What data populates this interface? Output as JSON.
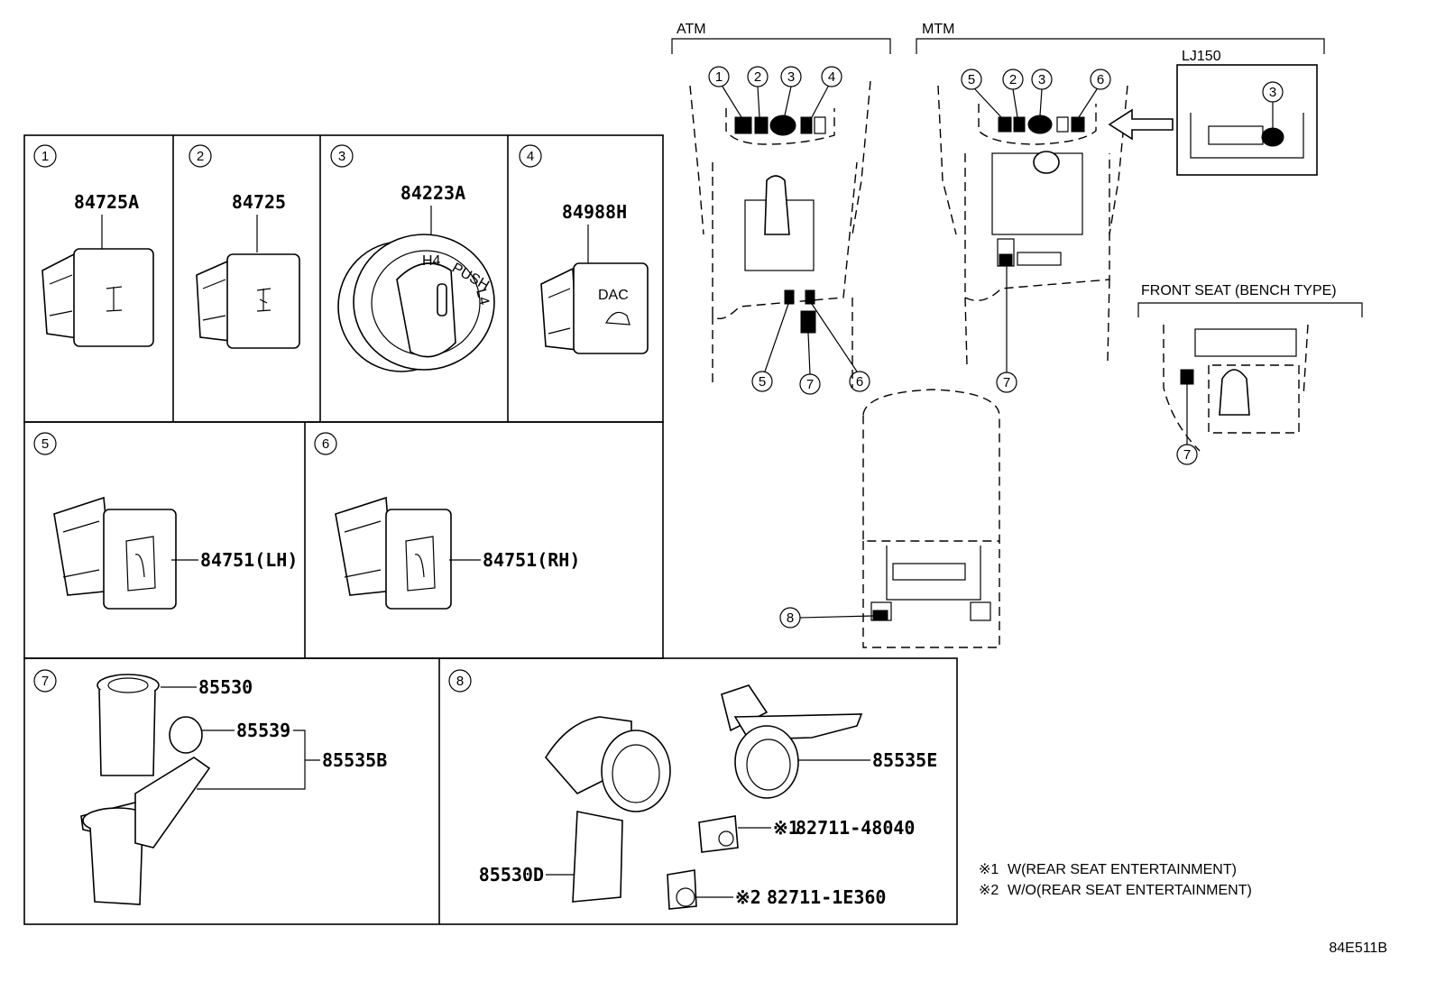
{
  "diagram_code": "84E511B",
  "views": {
    "atm": {
      "title": "ATM",
      "callouts": [
        "1",
        "2",
        "3",
        "4",
        "5",
        "7",
        "6"
      ]
    },
    "mtm": {
      "title": "MTM",
      "callouts": [
        "5",
        "2",
        "3",
        "6",
        "7"
      ]
    },
    "lj150": {
      "title": "LJ150",
      "callouts": [
        "3"
      ]
    },
    "front_seat": {
      "title": "FRONT SEAT (BENCH TYPE)",
      "callouts": [
        "7"
      ]
    },
    "console": {
      "callouts": [
        "8"
      ]
    }
  },
  "panels": [
    {
      "num": "1",
      "parts": [
        "84725A"
      ]
    },
    {
      "num": "2",
      "parts": [
        "84725"
      ]
    },
    {
      "num": "3",
      "parts": [
        "84223A"
      ],
      "knob_marks": [
        "H4",
        "PUSH",
        "L4"
      ]
    },
    {
      "num": "4",
      "parts": [
        "84988H"
      ],
      "button_text": "DAC"
    },
    {
      "num": "5",
      "parts": [
        "84751(LH)"
      ]
    },
    {
      "num": "6",
      "parts": [
        "84751(RH)"
      ]
    },
    {
      "num": "7",
      "parts": [
        "85530",
        "85539",
        "85535B"
      ]
    },
    {
      "num": "8",
      "parts": [
        "85535E",
        "85530D"
      ],
      "option_parts": [
        {
          "mark": "※1",
          "part": "82711-48040"
        },
        {
          "mark": "※2",
          "part": "82711-1E360"
        }
      ]
    }
  ],
  "notes": [
    {
      "mark": "※1",
      "text": "W(REAR SEAT ENTERTAINMENT)"
    },
    {
      "mark": "※2",
      "text": "W/O(REAR SEAT ENTERTAINMENT)"
    }
  ]
}
